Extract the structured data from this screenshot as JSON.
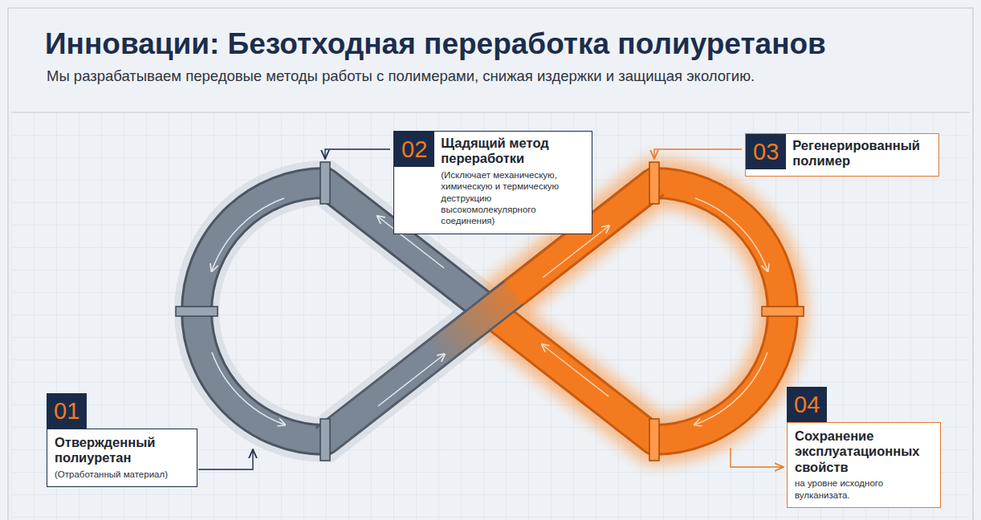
{
  "diagram": {
    "title": "Инновации: Безотходная переработка полиуретанов",
    "caption": "Мы разрабатываем передовые методы работы с полимерами, снижая издержки и защищая экологию.",
    "nodes": [
      {
        "text": [
          "01",
          "Отвержденный полиуретан",
          "(Отработанный материал)"
        ]
      },
      {
        "text": [
          "02",
          "Щадящий метод переработки",
          "(Исключает механическую, химическую и термическую деструкцию высокомолекулярного соединения)"
        ]
      },
      {
        "text": [
          "03",
          "Регенерированный полимер"
        ]
      },
      {
        "text": [
          "04",
          "Сохранение эксплуатационных свойств",
          "на уровне исходного вулканизата."
        ]
      }
    ]
  }
}
